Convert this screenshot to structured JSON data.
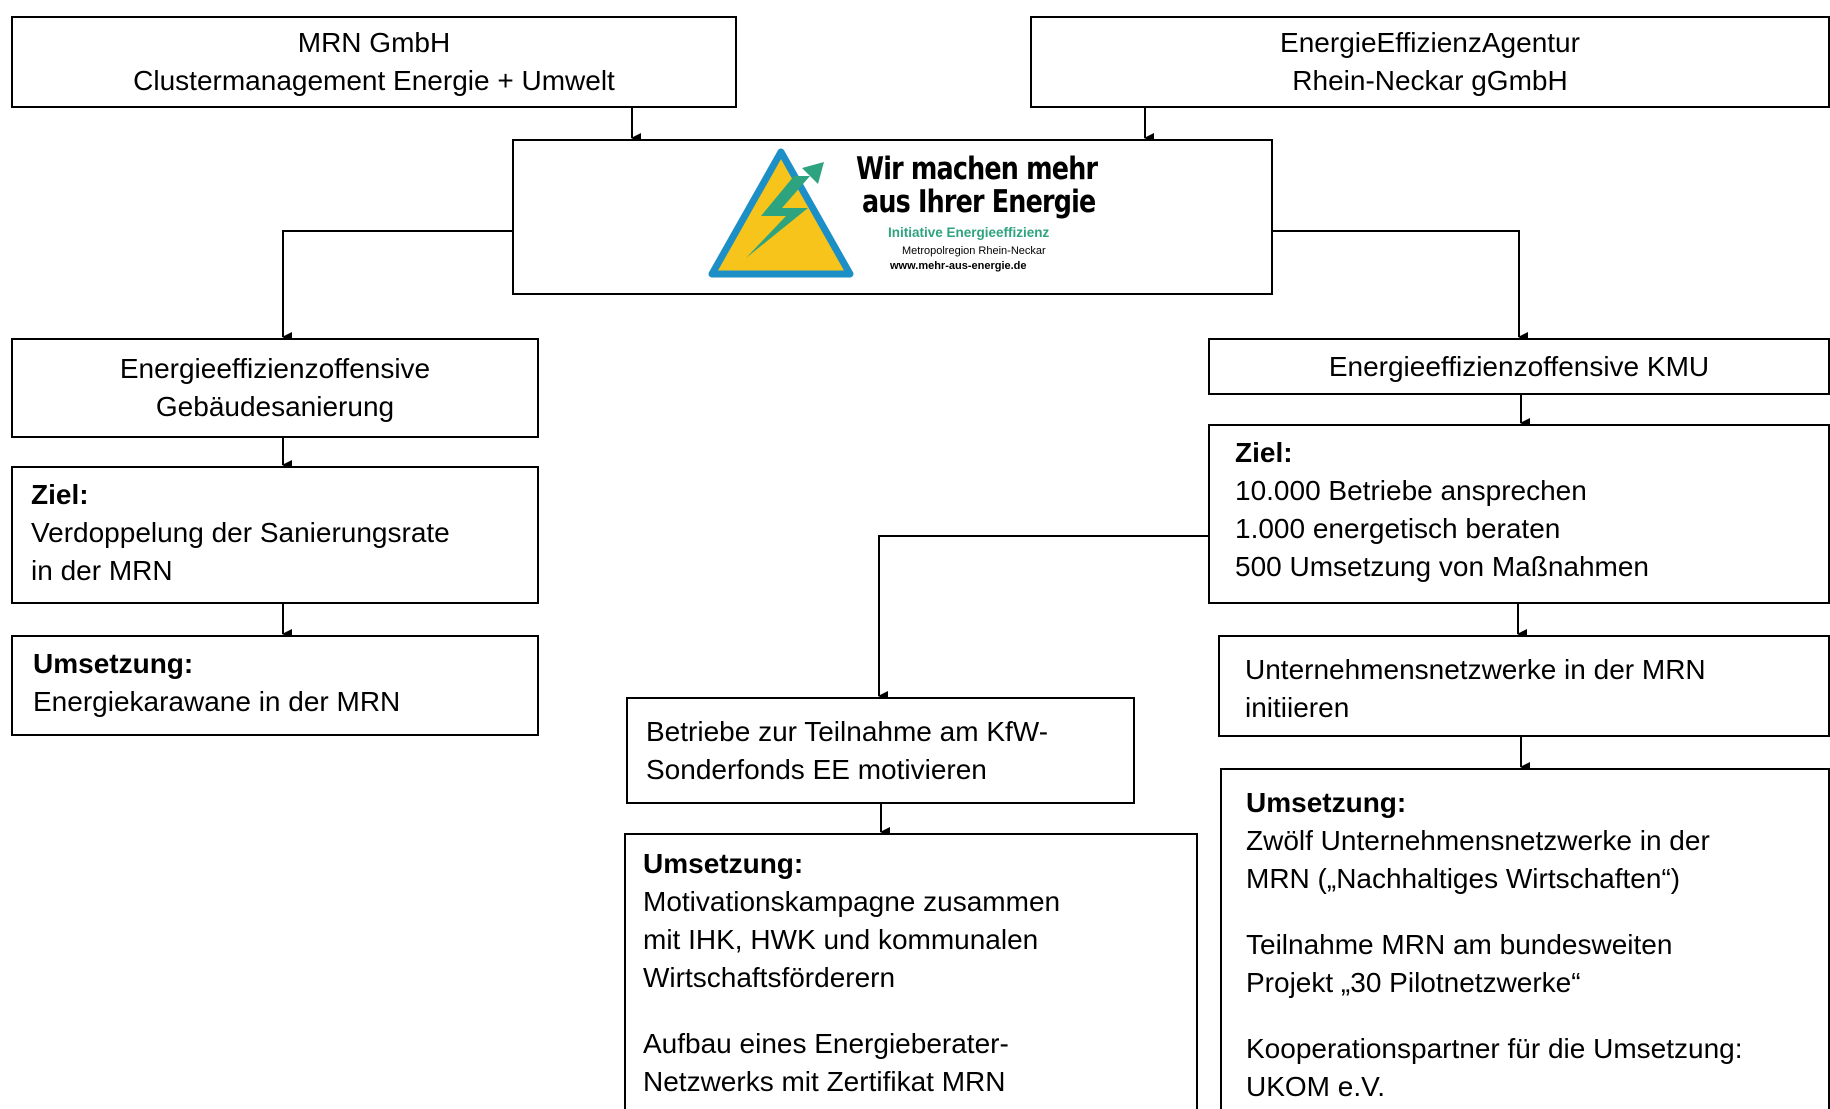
{
  "top_left": {
    "line1": "MRN GmbH",
    "line2": "Clustermanagement Energie + Umwelt"
  },
  "top_right": {
    "line1": "EnergieEffizienzAgentur",
    "line2": "Rhein-Neckar gGmbH"
  },
  "logo": {
    "line1": "Wir machen mehr",
    "line2": "aus Ihrer Energie",
    "line3": "Initiative Energieeffizienz",
    "line4": "Metropolregion Rhein-Neckar",
    "line5": "www.mehr-aus-energie.de",
    "colors": {
      "triangle": "#f6c41a",
      "triangle_edge": "#1c8fc6",
      "bolt": "#2ea37f",
      "accent": "#2ea37f"
    }
  },
  "left": {
    "offensive": {
      "line1": "Energieeffizienzoffensive",
      "line2": "Gebäudesanierung"
    },
    "ziel": {
      "title": "Ziel:",
      "line1": "Verdoppelung der Sanierungsrate",
      "line2": "in der MRN"
    },
    "umsetzung": {
      "title": "Umsetzung:",
      "line1": "Energiekarawane in der MRN"
    }
  },
  "right": {
    "offensive": {
      "line1": "Energieeffizienzoffensive KMU"
    },
    "ziel": {
      "title": "Ziel:",
      "line1": "10.000 Betriebe ansprechen",
      "line2": "1.000 energetisch beraten",
      "line3": "500 Umsetzung von Maßnahmen"
    },
    "netzwerke": {
      "line1": "Unternehmensnetzwerke in der MRN",
      "line2": "initiieren"
    },
    "umsetzung": {
      "title": "Umsetzung:",
      "p1_line1": "Zwölf Unternehmensnetzwerke in der",
      "p1_line2": "MRN („Nachhaltiges Wirtschaften“)",
      "p2_line1": "Teilnahme MRN am bundesweiten",
      "p2_line2": "Projekt „30 Pilotnetzwerke“",
      "p3_line1": "Kooperationspartner für die Umsetzung:",
      "p3_line2": "UKOM e.V."
    }
  },
  "middle": {
    "betriebe": {
      "line1": "Betriebe zur Teilnahme am KfW-",
      "line2": "Sonderfonds EE motivieren"
    },
    "umsetzung": {
      "title": "Umsetzung:",
      "p1_line1": "Motivationskampagne zusammen",
      "p1_line2": "mit IHK, HWK und kommunalen",
      "p1_line3": "Wirtschaftsförderern",
      "p2_line1": "Aufbau eines Energieberater-",
      "p2_line2": "Netzwerks mit Zertifikat MRN"
    }
  }
}
